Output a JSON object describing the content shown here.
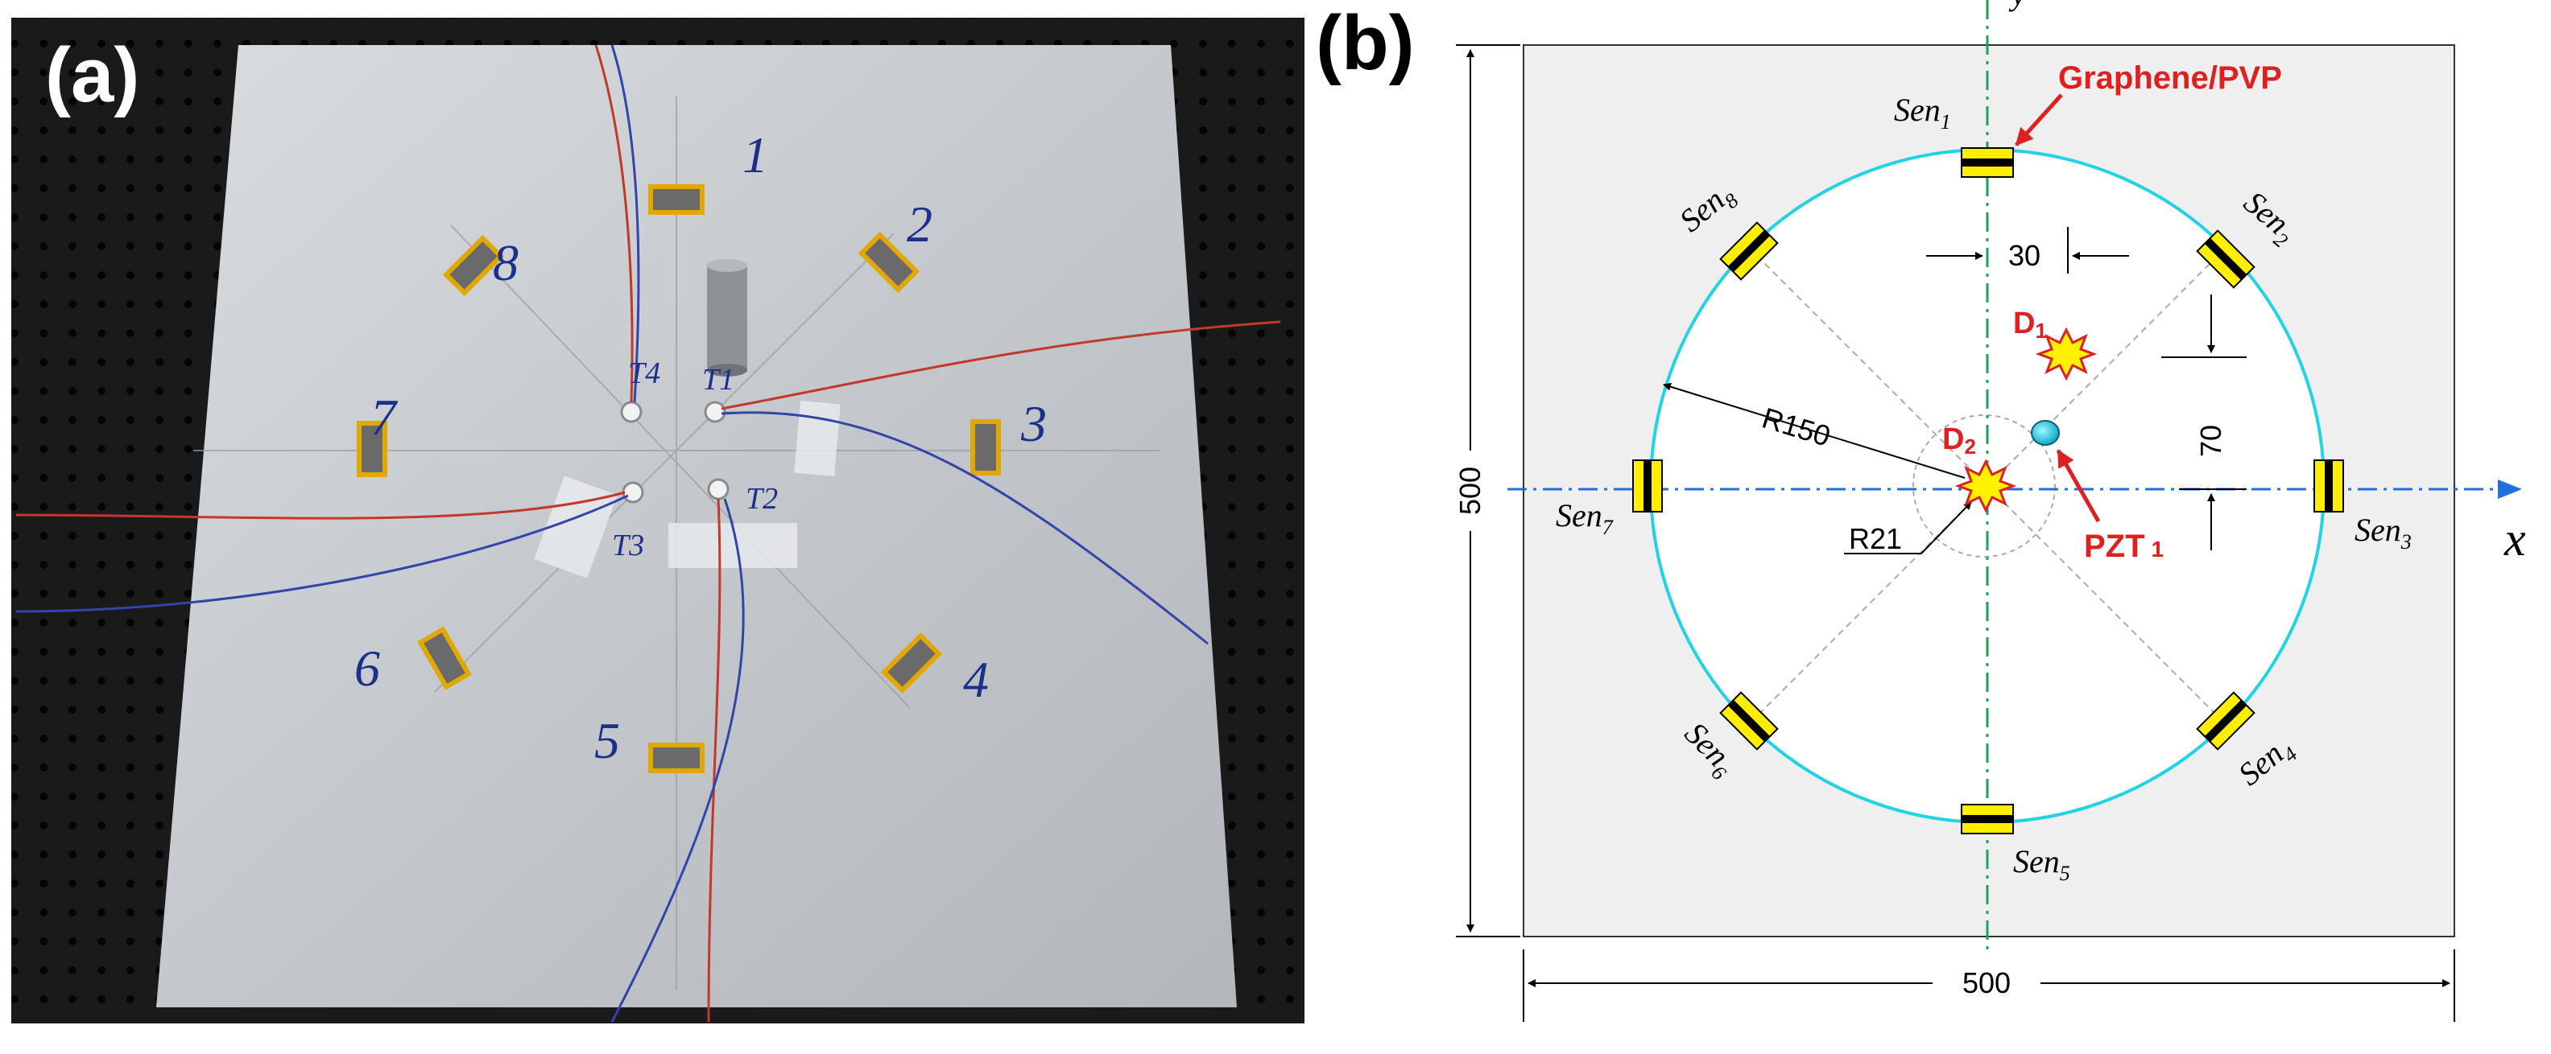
{
  "panel_a": {
    "label": "(a)",
    "sensor_numbers": [
      "1",
      "2",
      "3",
      "4",
      "5",
      "6",
      "7",
      "8"
    ],
    "transducer_labels": [
      "T1",
      "T2",
      "T3",
      "T4"
    ]
  },
  "panel_b": {
    "label": "(b)",
    "axis_x": "x",
    "axis_y": "y",
    "dim_width": "500",
    "dim_height": "500",
    "radius_label": "R150",
    "damage_radius_label": "R21",
    "offset_x_label": "30",
    "offset_y_label": "70",
    "material_label": "Graphene/PVP",
    "actuator_label": "PZT",
    "actuator_sub": "1",
    "damage1_label": "D",
    "damage1_sub": "1",
    "damage2_label": "D",
    "damage2_sub": "2",
    "sensor_prefix": "Sen",
    "sensors": [
      "1",
      "2",
      "3",
      "4",
      "5",
      "6",
      "7",
      "8"
    ],
    "colors": {
      "circle": "#22d3e6",
      "x_axis": "#1e6fe0",
      "y_axis": "#18a55a",
      "annotation": "#e02020",
      "sensor_fill": "#ffee00",
      "plate": "#efefef"
    }
  }
}
